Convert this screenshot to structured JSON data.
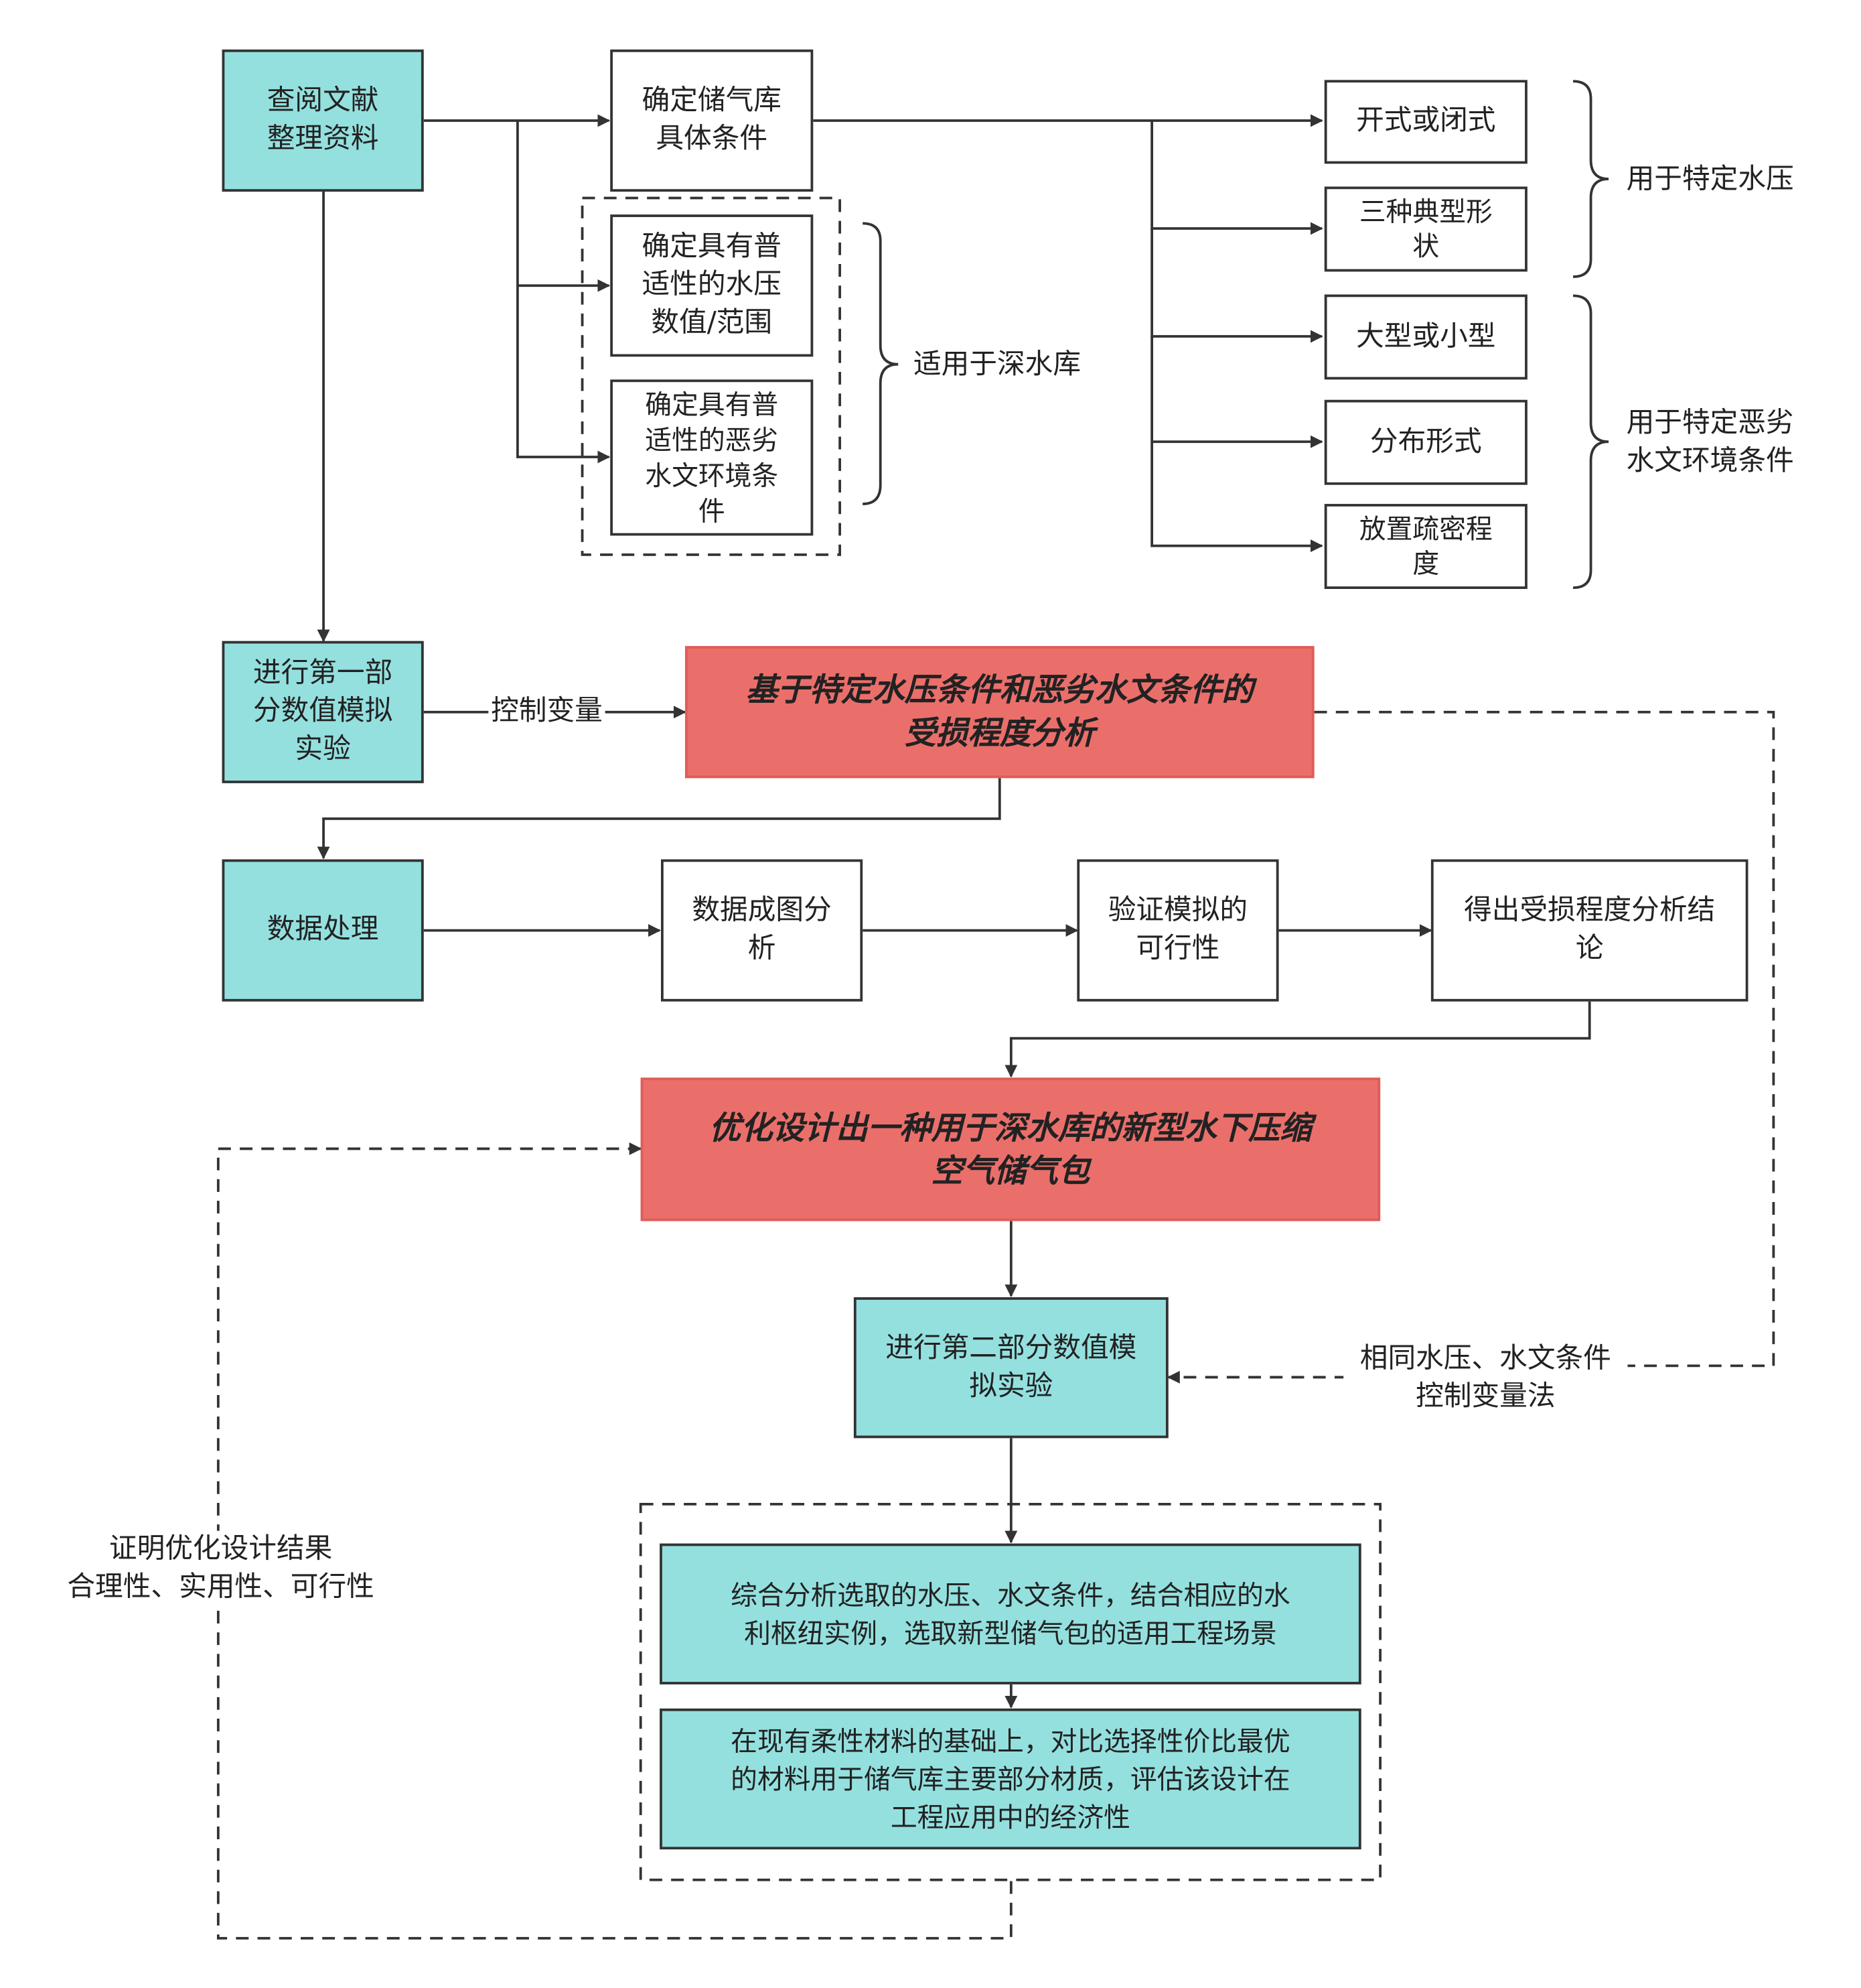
{
  "nodes": {
    "lit_review": "查阅文献\n整理资料",
    "storage_conditions": "确定储气库\n具体条件",
    "water_pressure_range": "确定具有普\n适性的水压\n数值/范围",
    "hydro_conditions": "确定具有普\n适性的恶劣\n水文环境条\n件",
    "open_closed": "开式或闭式",
    "three_shapes": "三种典型形\n状",
    "large_small": "大型或小型",
    "distribution": "分布形式",
    "placement_density": "放置疏密程\n度",
    "first_simulation": "进行第一部\n分数值模拟\n实验",
    "damage_analysis": "基于特定水压条件和恶劣水文条件的\n受损程度分析",
    "data_processing": "数据处理",
    "data_charting": "数据成图分\n析",
    "verify_feasibility": "验证模拟的\n可行性",
    "damage_conclusion": "得出受损程度分析结\n论",
    "optimized_design": "优化设计出一种用于深水库的新型水下压缩\n空气储气包",
    "second_simulation": "进行第二部分数值模\n拟实验",
    "engineering_scenario": "综合分析选取的水压、水文条件，结合相应的水\n利枢纽实例，选取新型储气包的适用工程场景",
    "material_selection": "在现有柔性材料的基础上，对比选择性价比最优\n的材料用于储气库主要部分材质，评估该设计在\n工程应用中的经济性"
  },
  "labels": {
    "deep_reservoir": "适用于深水库",
    "specific_pressure": "用于特定水压",
    "specific_hydro": "用于特定恶劣\n水文环境条件",
    "control_variable": "控制变量",
    "same_conditions": "相同水压、水文条件\n控制变量法",
    "prove_design": "证明优化设计结果\n合理性、实用性、可行性"
  },
  "colors": {
    "teal_fill": "#94e0df",
    "red_fill": "#ea6f6b",
    "stroke": "#333333"
  }
}
